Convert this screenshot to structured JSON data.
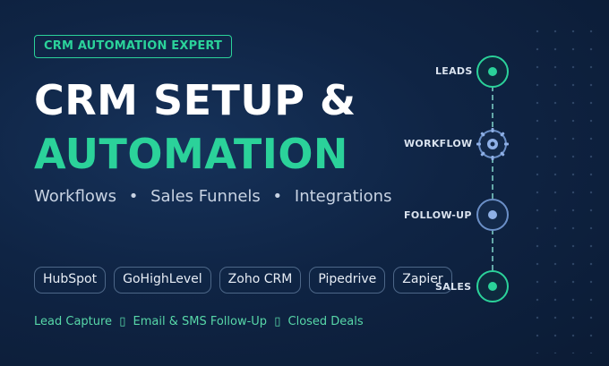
{
  "badge": "CRM AUTOMATION EXPERT",
  "title_line1": "CRM SETUP &",
  "title_line2": "AUTOMATION",
  "subtitle": {
    "items": [
      "Workflows",
      "Sales Funnels",
      "Integrations"
    ],
    "separator": "•"
  },
  "tools": [
    "HubSpot",
    "GoHighLevel",
    "Zoho CRM",
    "Pipedrive",
    "Zapier"
  ],
  "footer": {
    "items": [
      "Lead Capture",
      "Email & SMS Follow-Up",
      "Closed Deals"
    ],
    "separator": "▯"
  },
  "pipeline": {
    "stages": [
      {
        "label": "LEADS",
        "icon": "circle-dot-icon",
        "color": "green"
      },
      {
        "label": "WORKFLOW",
        "icon": "gear-icon",
        "color": "blue"
      },
      {
        "label": "FOLLOW-UP",
        "icon": "circle-dot-icon",
        "color": "blue"
      },
      {
        "label": "SALES",
        "icon": "circle-dot-icon",
        "color": "green"
      }
    ]
  },
  "colors": {
    "accent": "#2bd29a",
    "background": "#0f2444",
    "secondary": "#6b8fc7"
  }
}
